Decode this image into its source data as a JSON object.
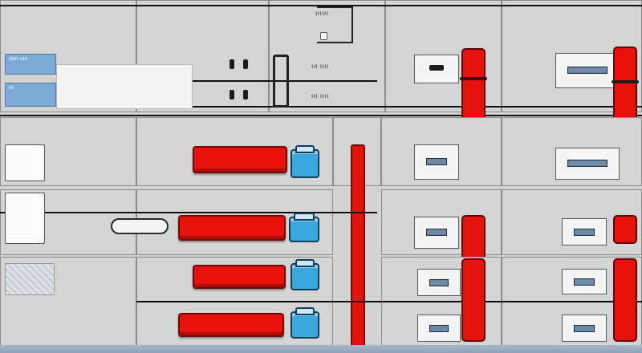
{
  "scene": {
    "description_free_render": true,
    "palette": {
      "cabinet": "#d4d4d4",
      "shelf": "#f4f4f4",
      "accent_red": "#e8120c",
      "accent_blue": "#3aa7dd",
      "label_blue": "#7cacd6",
      "drawer_bar": "#6f89a8",
      "line": "#111111"
    }
  },
  "labels": {
    "top_left_tag_1": "ıııııı ııııı",
    "top_left_tag_2": "ııı",
    "sign_top": "ıııııı",
    "sign_mid_1": "ııı ıııı",
    "sign_mid_2": "ııı ıııı"
  },
  "icons": {
    "red_canister": "red-canister-icon",
    "blue_bin": "blue-bin-icon",
    "fire_extinguisher": "fire-extinguisher-icon",
    "drawer_handle": "drawer-handle-icon"
  }
}
